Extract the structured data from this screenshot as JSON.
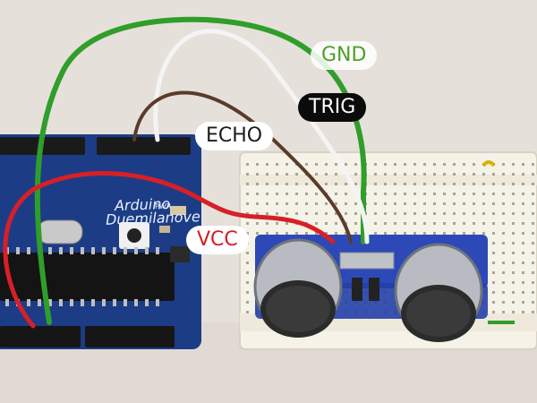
{
  "labels": {
    "gnd": "GND",
    "trig": "TRIG",
    "echo": "ECHO",
    "vcc": "VCC"
  },
  "board": {
    "brand": "Arduino",
    "model": "Duemilanove",
    "pwr_label": "PWR"
  },
  "icons": {
    "sensor": "ultrasonic-sensor-icon",
    "board": "arduino-board-icon",
    "breadboard": "breadboard-icon"
  },
  "colors": {
    "gnd_wire": "#2f9e2a",
    "vcc_wire": "#d81f26",
    "echo_wire": "#5a3b2a",
    "trig_wire": "#f4f4f4",
    "board": "#1d3f8a",
    "sensor": "#2d49b8"
  }
}
